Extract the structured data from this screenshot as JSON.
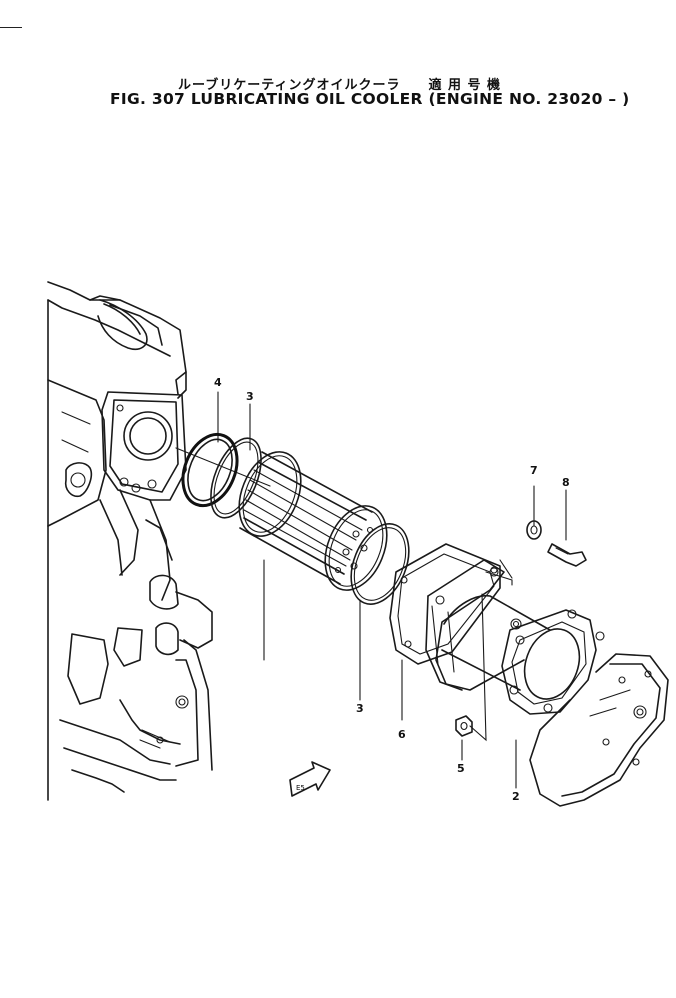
{
  "header": {
    "title_jp": "ルーブリケーティングオイルクーラ　　適 用 号 機",
    "title_en": "FIG. 307  LUBRICATING OIL COOLER (ENGINE NO. 23020 –  )"
  },
  "callouts": [
    {
      "id": "4",
      "label": "4"
    },
    {
      "id": "3a",
      "label": "3"
    },
    {
      "id": "7",
      "label": "7"
    },
    {
      "id": "8",
      "label": "8"
    },
    {
      "id": "3b",
      "label": "3"
    },
    {
      "id": "6",
      "label": "6"
    },
    {
      "id": "5",
      "label": "5"
    },
    {
      "id": "2",
      "label": "2"
    }
  ],
  "arrow_mark": "E5"
}
